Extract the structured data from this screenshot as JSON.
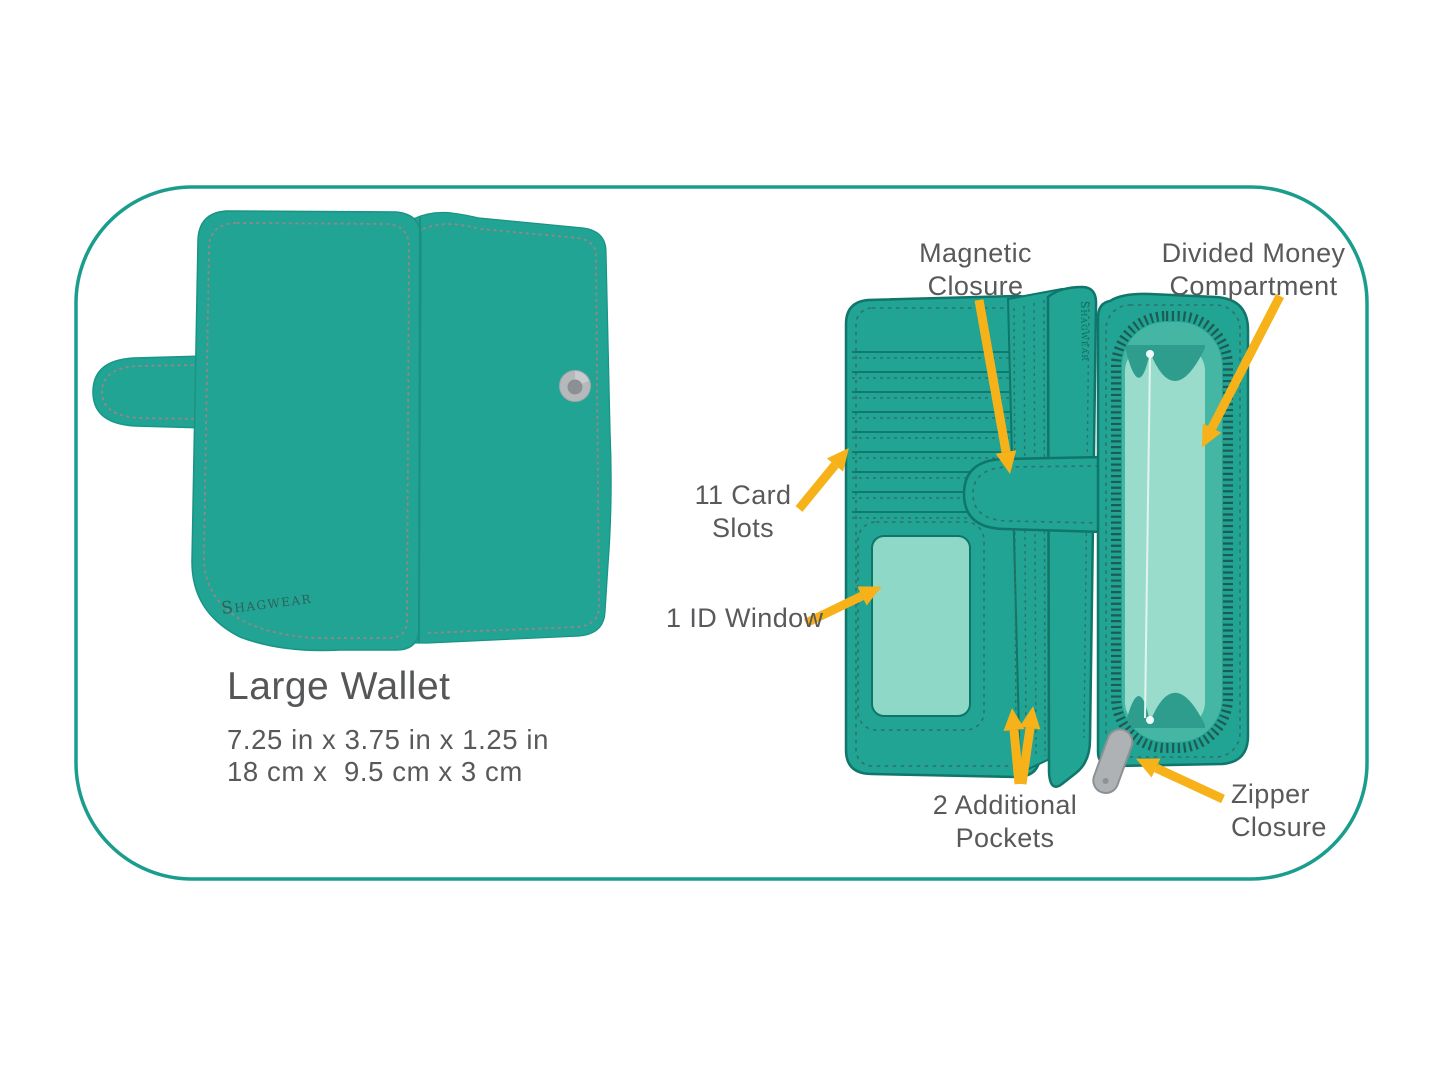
{
  "product": {
    "title": "Large Wallet",
    "dimensions_in": "7.25 in x 3.75 in x 1.25 in",
    "dimensions_cm": "18 cm x  9.5 cm x 3 cm",
    "brand": "Shagwear"
  },
  "labels": {
    "magnetic_closure": {
      "line1": "Magnetic",
      "line2": "Closure"
    },
    "divided_money": {
      "line1": "Divided Money",
      "line2": "Compartment"
    },
    "card_slots": {
      "line1": "11 Card",
      "line2": "Slots"
    },
    "id_window": {
      "line1": "1 ID Window"
    },
    "additional_pockets": {
      "line1": "2 Additional",
      "line2": "Pockets"
    },
    "zipper_closure": {
      "line1": "Zipper",
      "line2": "Closure"
    }
  },
  "palette": {
    "wallet_teal": "#21A493",
    "wallet_outline": "#10756A",
    "interior_teal": "#46B6A4",
    "interior_light": "#9ADCCC",
    "id_window_teal": "#8ED8C7",
    "scallop_teal": "#2F9D8D",
    "zipper_teeth": "#1E5B54",
    "stitch_gray": "#95858D",
    "stitch_teal": "#2F7269",
    "arrow_yellow": "#F7B219",
    "label_gray": "#58595B",
    "border_teal": "#1B9D8D",
    "snap_gray": "#B6B9BC",
    "pull_gray": "#AFB2B5"
  }
}
